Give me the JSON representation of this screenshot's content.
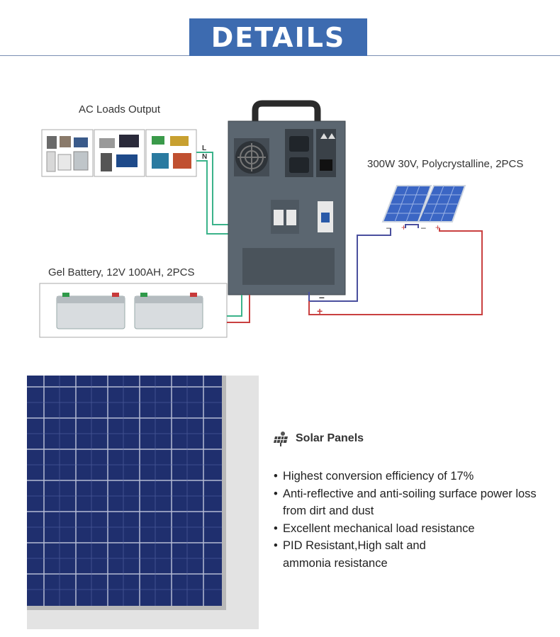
{
  "header": {
    "title": "DETAILS"
  },
  "diagram": {
    "ac_label": "AC Loads Output",
    "line_label": "L",
    "neutral_label": "N",
    "panel_label": "300W 30V,  Polycrystalline, 2PCS",
    "battery_label": "Gel Battery, 12V 100AH, 2PCS",
    "neg_sign": "–",
    "pos_sign": "+",
    "colors": {
      "wire_green": "#3bb38a",
      "wire_red": "#c94040",
      "wire_blue": "#4a4f9e",
      "inverter": "#5b6670",
      "panel": "#3b66c4"
    }
  },
  "features": {
    "title": "Solar Panels",
    "items": [
      "Highest conversion efficiency of 17%",
      "Anti-reflective and anti-soiling surface power loss from dirt and dust",
      "Excellent mechanical load resistance",
      "PID Resistant,High salt and ammonia resistance"
    ]
  }
}
